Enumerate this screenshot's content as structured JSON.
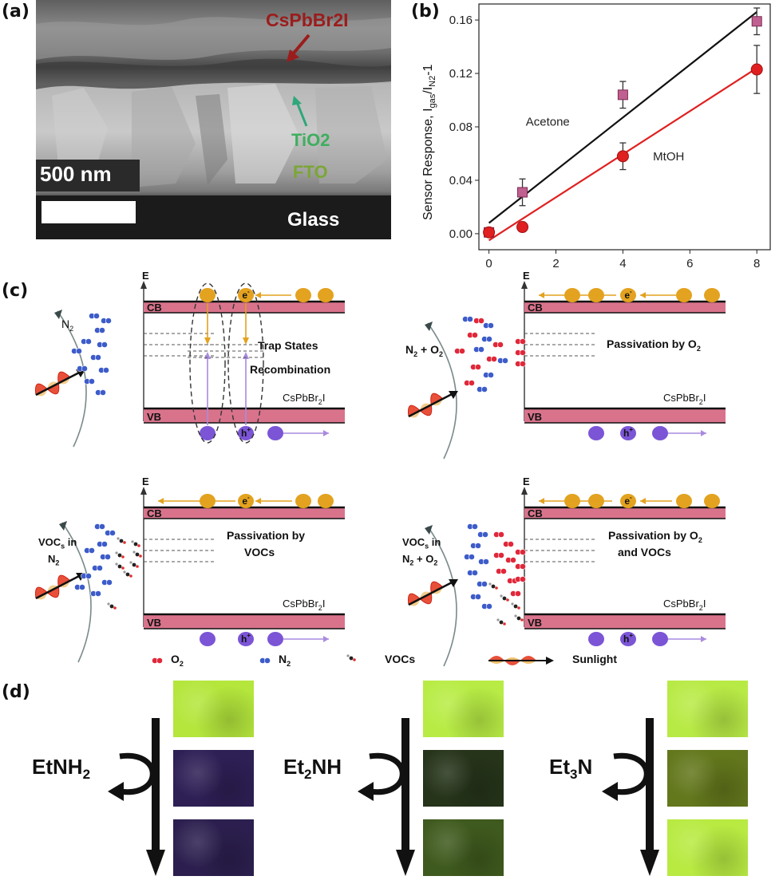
{
  "panel_a": {
    "label": "(a)",
    "material": "CsPbBr2I",
    "tio2": "TiO2",
    "fto": "FTO",
    "scale": "500 nm",
    "glass": "Glass"
  },
  "panel_b": {
    "label": "(b)",
    "ylabel": "Sensor Response, I",
    "ylabel_sub1": "gas",
    "ylabel_mid": "/I",
    "ylabel_sub2": "N2",
    "ylabel_end": "-1",
    "series_labels": [
      "Acetone",
      "MtOH"
    ]
  },
  "chart_data": {
    "type": "scatter",
    "title": "",
    "xlabel": "",
    "ylabel": "Sensor Response, Igas/IN2-1",
    "xlim": [
      -0.3,
      8.4
    ],
    "ylim": [
      -0.012,
      0.172
    ],
    "xticks": [
      0,
      2,
      4,
      6,
      8
    ],
    "yticks": [
      0.0,
      0.04,
      0.08,
      0.12,
      0.16
    ],
    "ytick_labels": [
      "0.00",
      "0.04",
      "0.08",
      "0.12",
      "0.16"
    ],
    "series": [
      {
        "name": "Acetone",
        "color": "#111111",
        "marker_color": "#c06090",
        "x": [
          0,
          1,
          4,
          8
        ],
        "y": [
          0.001,
          0.031,
          0.104,
          0.159
        ],
        "err": [
          0.003,
          0.01,
          0.01,
          0.01
        ],
        "fit": [
          [
            0,
            0.008
          ],
          [
            8,
            0.166
          ]
        ]
      },
      {
        "name": "MtOH",
        "color": "#e02020",
        "marker_color": "#e02020",
        "x": [
          0,
          1,
          4,
          8
        ],
        "y": [
          0.001,
          0.005,
          0.058,
          0.123
        ],
        "err": [
          0.003,
          0.003,
          0.01,
          0.018
        ],
        "fit": [
          [
            0,
            -0.005
          ],
          [
            8,
            0.124
          ]
        ]
      }
    ]
  },
  "panel_c": {
    "label": "(c)",
    "E": "E",
    "CB": "CB",
    "VB": "VB",
    "material": "CsPbBr",
    "material_sub": "2",
    "material_end": "I",
    "e": "e",
    "e_sup": "-",
    "h": "h",
    "h_sup": "+",
    "q1": {
      "gas": "N",
      "gas_sub": "2",
      "text1": "Trap States",
      "text2": "Recombination"
    },
    "q2": {
      "gas": "N",
      "gas_sub": "2",
      "gas_end": " + O",
      "gas_sub2": "2",
      "text1": "Passivation by O",
      "text1_sub": "2"
    },
    "q3": {
      "gas1": "VOC",
      "gas1_sub": "s",
      "gas1_end": " in",
      "gas2": "N",
      "gas2_sub": "2",
      "text1": "Passivation by",
      "text2": "VOCs"
    },
    "q4": {
      "gas1": "VOC",
      "gas1_sub": "s",
      "gas1_end": " in",
      "gas2": "N",
      "gas2_sub": "2",
      "gas2_end": " + O",
      "gas2_sub2": "2",
      "text1": "Passivation by O",
      "text1_sub": "2",
      "text2": "and VOCs"
    }
  },
  "legend": {
    "o2": "O",
    "o2_sub": "2",
    "n2": "N",
    "n2_sub": "2",
    "vocs": "VOCs",
    "sunlight": "Sunlight"
  },
  "panel_d": {
    "label": "(d)",
    "groups": [
      {
        "label": "EtNH",
        "sub": "2",
        "end": "",
        "colors": [
          "#b4e63c",
          "#2e1f55",
          "#2c1f4f"
        ]
      },
      {
        "label": "Et",
        "sub": "2",
        "end": "NH",
        "colors": [
          "#b8ec45",
          "#26341a",
          "#3f5a1e"
        ]
      },
      {
        "label": "Et",
        "sub": "3",
        "end": "N",
        "colors": [
          "#b8ea46",
          "#63771c",
          "#b8ea42"
        ]
      }
    ]
  }
}
